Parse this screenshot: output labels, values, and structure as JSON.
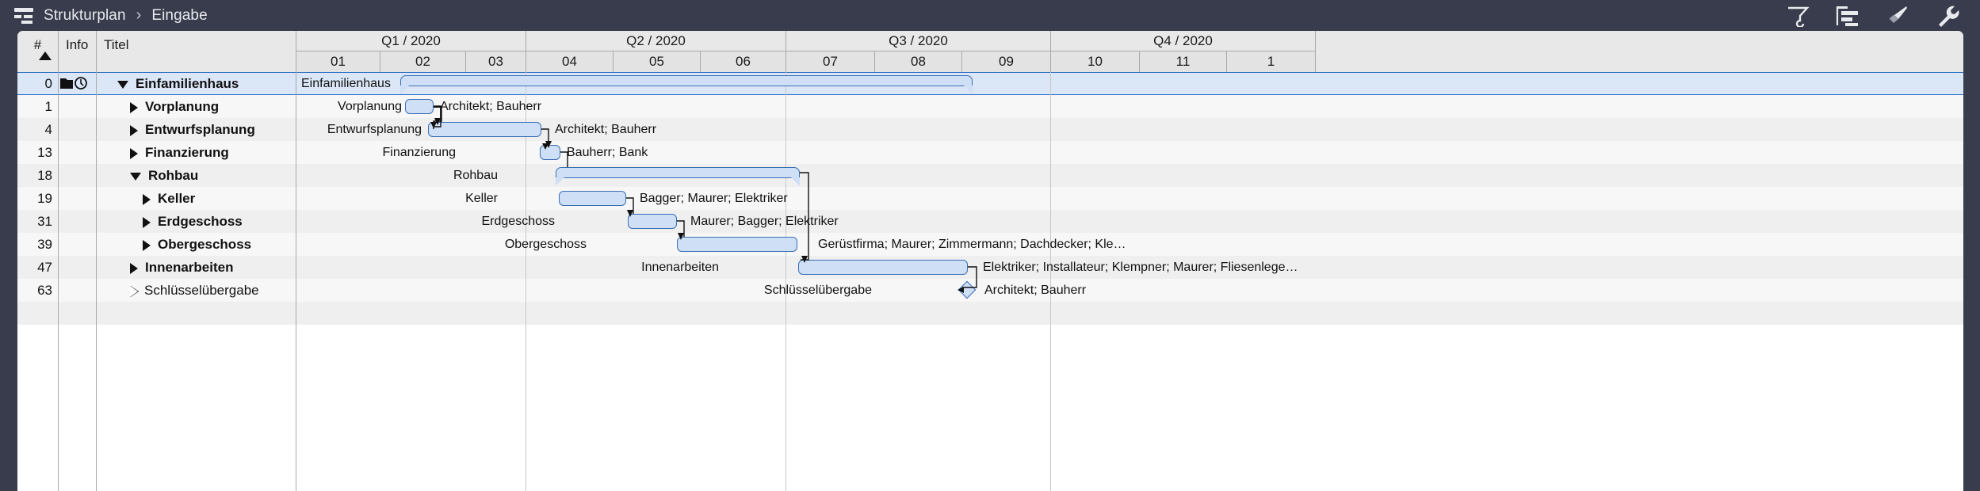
{
  "titlebar": {
    "breadcrumb_icon": "structure-plan-icon",
    "crumb1": "Strukturplan",
    "separator": "›",
    "crumb2": "Eingabe",
    "tools": [
      {
        "name": "filter-funnel-icon",
        "label": "Filter"
      },
      {
        "name": "outline-list-icon",
        "label": "Gliederung"
      },
      {
        "name": "paintbrush-icon",
        "label": "Format"
      },
      {
        "name": "wrench-icon",
        "label": "Einstellungen"
      }
    ],
    "bg": "#383c4c"
  },
  "table_header": {
    "num": "#",
    "sort_direction": "ascending",
    "info": "Info",
    "title": "Titel"
  },
  "timeline": {
    "quarters": [
      {
        "label": "Q1 / 2020",
        "months": [
          "01",
          "02",
          "03"
        ]
      },
      {
        "label": "Q2 / 2020",
        "months": [
          "04",
          "05",
          "06"
        ]
      },
      {
        "label": "Q3 / 2020",
        "months": [
          "07",
          "08",
          "09"
        ]
      },
      {
        "label": "Q4 / 2020",
        "months": [
          "10",
          "11",
          "1"
        ]
      }
    ]
  },
  "rows": [
    {
      "num": "0",
      "title": "Einfamilienhaus",
      "bold": true,
      "indent": 0,
      "toggle": "down",
      "selected": true,
      "info_icons": [
        "folder-icon",
        "clock-icon"
      ],
      "bar_type": "summary",
      "label_left": "Einfamilienhaus",
      "resources": ""
    },
    {
      "num": "1",
      "title": "Vorplanung",
      "bold": true,
      "indent": 1,
      "toggle": "right",
      "selected": false,
      "info_icons": [],
      "bar_type": "task",
      "label_left": "Vorplanung",
      "resources": "Architekt; Bauherr"
    },
    {
      "num": "4",
      "title": "Entwurfsplanung",
      "bold": true,
      "indent": 1,
      "toggle": "right",
      "selected": false,
      "info_icons": [],
      "bar_type": "task",
      "label_left": "Entwurfsplanung",
      "resources": "Architekt; Bauherr"
    },
    {
      "num": "13",
      "title": "Finanzierung",
      "bold": true,
      "indent": 1,
      "toggle": "right",
      "selected": false,
      "info_icons": [],
      "bar_type": "task",
      "label_left": "Finanzierung",
      "resources": "Bauherr; Bank"
    },
    {
      "num": "18",
      "title": "Rohbau",
      "bold": true,
      "indent": 1,
      "toggle": "down",
      "selected": false,
      "info_icons": [],
      "bar_type": "summary",
      "label_left": "Rohbau",
      "resources": ""
    },
    {
      "num": "19",
      "title": "Keller",
      "bold": true,
      "indent": 2,
      "toggle": "right",
      "selected": false,
      "info_icons": [],
      "bar_type": "task",
      "label_left": "Keller",
      "resources": "Bagger; Maurer; Elektriker"
    },
    {
      "num": "31",
      "title": "Erdgeschoss",
      "bold": true,
      "indent": 2,
      "toggle": "right",
      "selected": false,
      "info_icons": [],
      "bar_type": "task",
      "label_left": "Erdgeschoss",
      "resources": "Maurer; Bagger; Elektriker"
    },
    {
      "num": "39",
      "title": "Obergeschoss",
      "bold": true,
      "indent": 2,
      "toggle": "right",
      "selected": false,
      "info_icons": [],
      "bar_type": "task",
      "label_left": "Obergeschoss",
      "resources": "Gerüstfirma; Maurer; Zimmermann; Dachdecker; Kle…"
    },
    {
      "num": "47",
      "title": "Innenarbeiten",
      "bold": true,
      "indent": 1,
      "toggle": "right",
      "selected": false,
      "info_icons": [],
      "bar_type": "task",
      "label_left": "Innenarbeiten",
      "resources": "Elektriker; Installateur; Klempner; Maurer; Fliesenlege…"
    },
    {
      "num": "63",
      "title": "Schlüsselübergabe",
      "bold": false,
      "indent": 1,
      "toggle": "right-hollow",
      "selected": false,
      "info_icons": [],
      "bar_type": "milestone",
      "label_left": "Schlüsselübergabe",
      "resources": "Architekt; Bauherr"
    }
  ],
  "colors": {
    "bar_fill": "#cfdff5",
    "bar_stroke": "#3a6fb5",
    "selection": "#dbe7f7",
    "selection_border": "#2f6fc4",
    "header_bg": "#e8e8e8",
    "chrome": "#383c4c"
  }
}
